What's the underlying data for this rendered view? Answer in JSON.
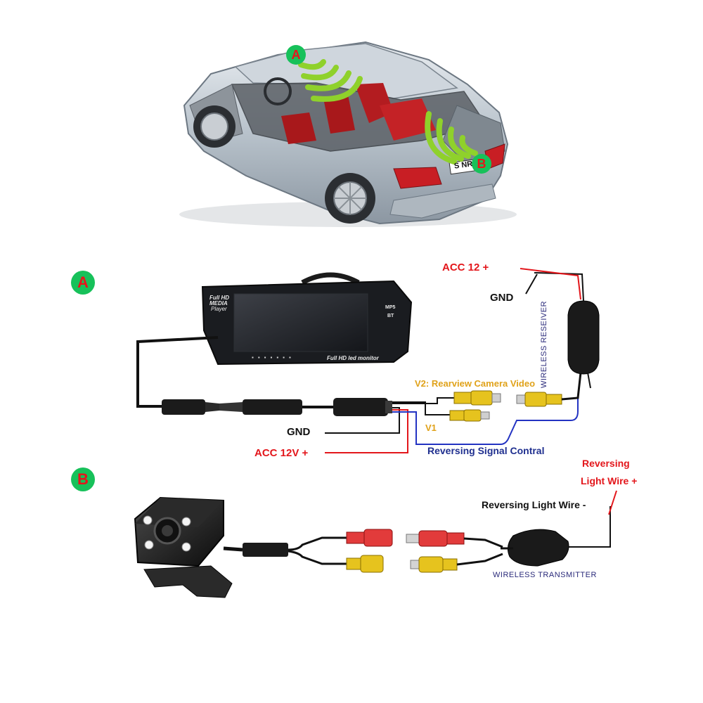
{
  "car": {
    "marker_a": "A",
    "marker_b": "B",
    "plate": "S NR"
  },
  "section_a": {
    "badge": "A",
    "monitor": {
      "brand_line1": "Full HD",
      "brand_line2": "MEDIA",
      "brand_line3": "Player",
      "side_text1": "MP5",
      "side_text2": "BT",
      "bottom_text": "Full HD led monitor"
    },
    "acc12_label": "ACC 12 +",
    "gnd_top_label": "GND",
    "receiver_label": "WIRELESS RESEIVER",
    "v2_label": "V2: Rearview Camera Video",
    "v1_label": "V1",
    "gnd_label": "GND",
    "acc12v_label": "ACC 12V +",
    "reversing_signal_label": "Reversing Signal Contral"
  },
  "section_b": {
    "badge": "B",
    "reversing_light_plus_line1": "Reversing",
    "reversing_light_plus_line2": "Light Wire +",
    "reversing_light_minus": "Reversing Light Wire -",
    "transmitter_label": "WIRELESS TRANSMITTER"
  },
  "colors": {
    "badge_bg": "#17c15a",
    "badge_text": "#e8141b",
    "red_label": "#e3161b",
    "orange_label": "#e0a21a",
    "navy_label": "#1f2f8f",
    "rca_yellow": "#e6c31e",
    "rca_red": "#e23b3b",
    "signal_waves": "#8fd12b"
  }
}
